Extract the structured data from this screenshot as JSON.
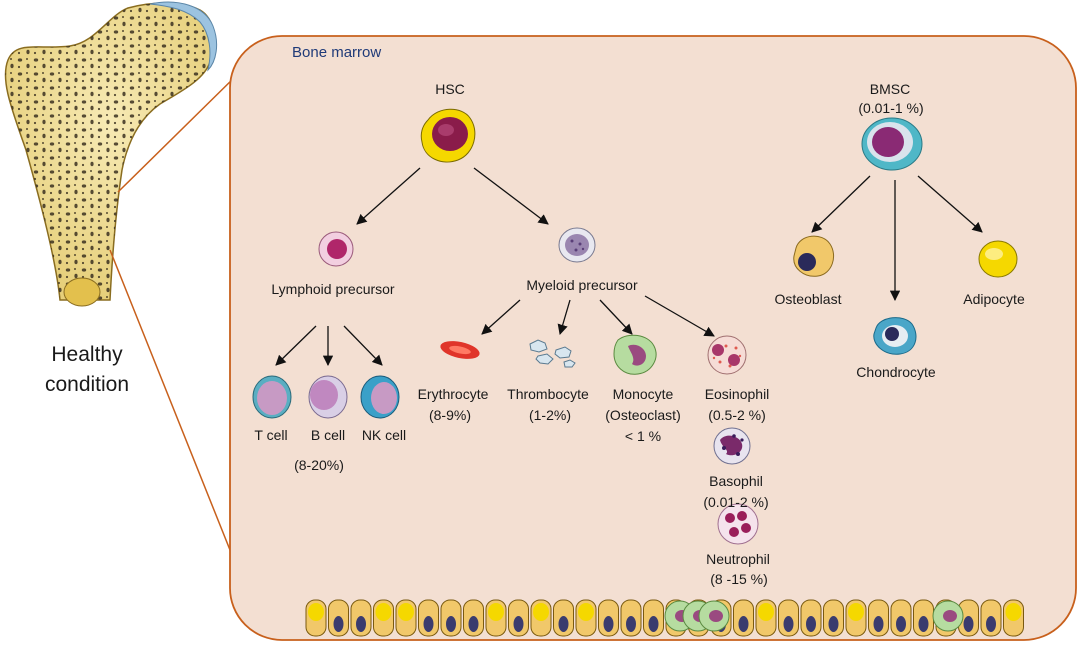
{
  "panel": {
    "title": "Bone marrow"
  },
  "side_caption": {
    "line1": "Healthy",
    "line2": "condition"
  },
  "nodes": {
    "hsc": "HSC",
    "bmsc": "BMSC",
    "bmsc_pct": "(0.01-1 %)",
    "lymphoid": "Lymphoid precursor",
    "myeloid": "Myeloid precursor",
    "t_cell": "T cell",
    "b_cell": "B cell",
    "nk_cell": "NK cell",
    "lymph_pct": "(8-20%)",
    "erythrocyte": "Erythrocyte",
    "erythrocyte_pct": "(8-9%)",
    "thrombocyte": "Thrombocyte",
    "thrombocyte_pct": "(1-2%)",
    "monocyte": "Monocyte",
    "monocyte_sub": "(Osteoclast)",
    "monocyte_pct": "< 1 %",
    "eosinophil": "Eosinophil",
    "eosinophil_pct": "(0.5-2 %)",
    "basophil": "Basophil",
    "basophil_pct": "(0.01-2 %)",
    "neutrophil": "Neutrophil",
    "neutrophil_pct": "(8 -15 %)",
    "osteoblast": "Osteoblast",
    "chondrocyte": "Chondrocyte",
    "adipocyte": "Adipocyte"
  },
  "colors": {
    "panel_fill": "#f3dfd2",
    "panel_border": "#c8601c",
    "bone": "#efe0a0",
    "bone_pore": "#3a3020",
    "cartilage": "#9cc3e0",
    "yellow_cell": "#f5d800",
    "nucleus": "#3b3c6e"
  }
}
